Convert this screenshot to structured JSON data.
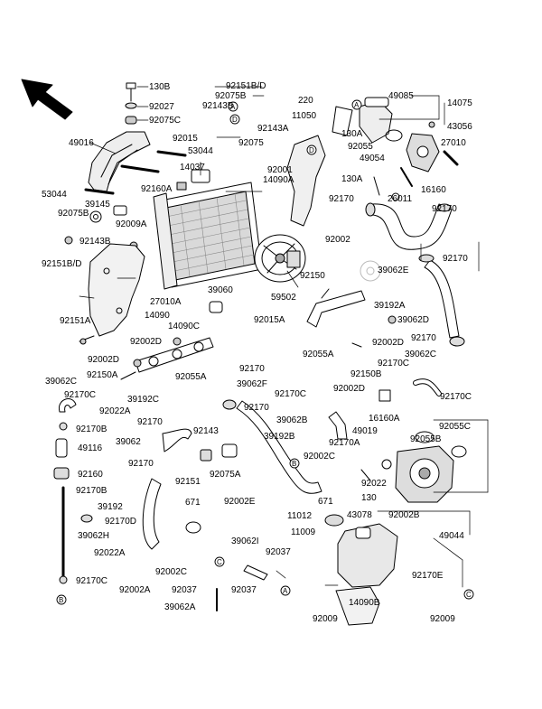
{
  "diagram": {
    "labels": {
      "l130B": "130B",
      "l92027": "92027",
      "l92075C": "92075C",
      "l49016": "49016",
      "l92151BD_a": "92151B/D",
      "l92075B_a": "92075B",
      "l92143B_a": "92143B",
      "l220": "220",
      "l11050": "11050",
      "l49085": "49085",
      "l14075": "14075",
      "l43056": "43056",
      "l92015": "92015",
      "l53044_a": "53044",
      "l92143A": "92143A",
      "l130A_a": "130A",
      "l92055": "92055",
      "l27010_a": "27010",
      "l92075": "92075",
      "l92001": "92001",
      "l49054": "49054",
      "l14037": "14037",
      "l14090A": "14090A",
      "l130A_b": "130A",
      "l16160": "16160",
      "l92160A": "92160A",
      "l53044_b": "53044",
      "l39145": "39145",
      "l92170_a": "92170",
      "l26011": "26011",
      "l92075B_b": "92075B",
      "l92170_b": "92170",
      "l92009A": "92009A",
      "l92143B_b": "92143B",
      "l92002": "92002",
      "l92151BD_b": "92151B/D",
      "l92170_c": "92170",
      "l92150": "92150",
      "l39062E": "39062E",
      "l59502": "59502",
      "l27010A": "27010A",
      "l39060": "39060",
      "l39192A": "39192A",
      "l92151A": "92151A",
      "l14090": "14090",
      "l14090C": "14090C",
      "l92015A": "92015A",
      "l39062D": "39062D",
      "l92002D_a": "92002D",
      "l92002D_b": "92002D",
      "l92170_d": "92170",
      "l92002D_c": "92002D",
      "l92055A_a": "92055A",
      "l92150B": "92150B",
      "l39062C_a": "39062C",
      "l92150A": "92150A",
      "l92055A_b": "92055A",
      "l92170_e": "92170",
      "l39062C_b": "39062C",
      "l92170C_a": "92170C",
      "l92170C_b": "92170C",
      "l92022A_a": "92022A",
      "l39192C": "39192C",
      "l39062F": "39062F",
      "l92170C_c": "92170C",
      "l92002D_d": "92002D",
      "l92170C_d": "92170C",
      "l92170B_a": "92170B",
      "l92170_f": "92170",
      "l92170_g": "92170",
      "l39062B": "39062B",
      "l16160A": "16160A",
      "l49116": "49116",
      "l39062": "39062",
      "l92143": "92143",
      "l39192B": "39192B",
      "l92170A": "92170A",
      "l49019": "49019",
      "l92055C": "92055C",
      "l92055B": "92055B",
      "l92002C_a": "92002C",
      "l92160": "92160",
      "l92170_h": "92170",
      "l92151": "92151",
      "l92075A": "92075A",
      "l92022_a": "92022",
      "l92170B_b": "92170B",
      "l130": "130",
      "l671_a": "671",
      "l92002E": "92002E",
      "l671_b": "671",
      "l39192": "39192",
      "l92170D": "92170D",
      "l39062H": "39062H",
      "l92002B": "92002B",
      "l11012": "11012",
      "l43078": "43078",
      "l11009": "11009",
      "l49044": "49044",
      "l92022A_b": "92022A",
      "l39062I": "39062I",
      "l92037_a": "92037",
      "l92002C_b": "92002C",
      "l92170E": "92170E",
      "l92002A": "92002A",
      "l92170C_e": "92170C",
      "l92037_b": "92037",
      "l92037_c": "92037",
      "l14090B": "14090B",
      "l39062A": "39062A",
      "l92009_a": "92009",
      "l92009_b": "92009"
    },
    "callouts": {
      "A": "A",
      "B": "B",
      "C": "C",
      "D": "D"
    }
  }
}
